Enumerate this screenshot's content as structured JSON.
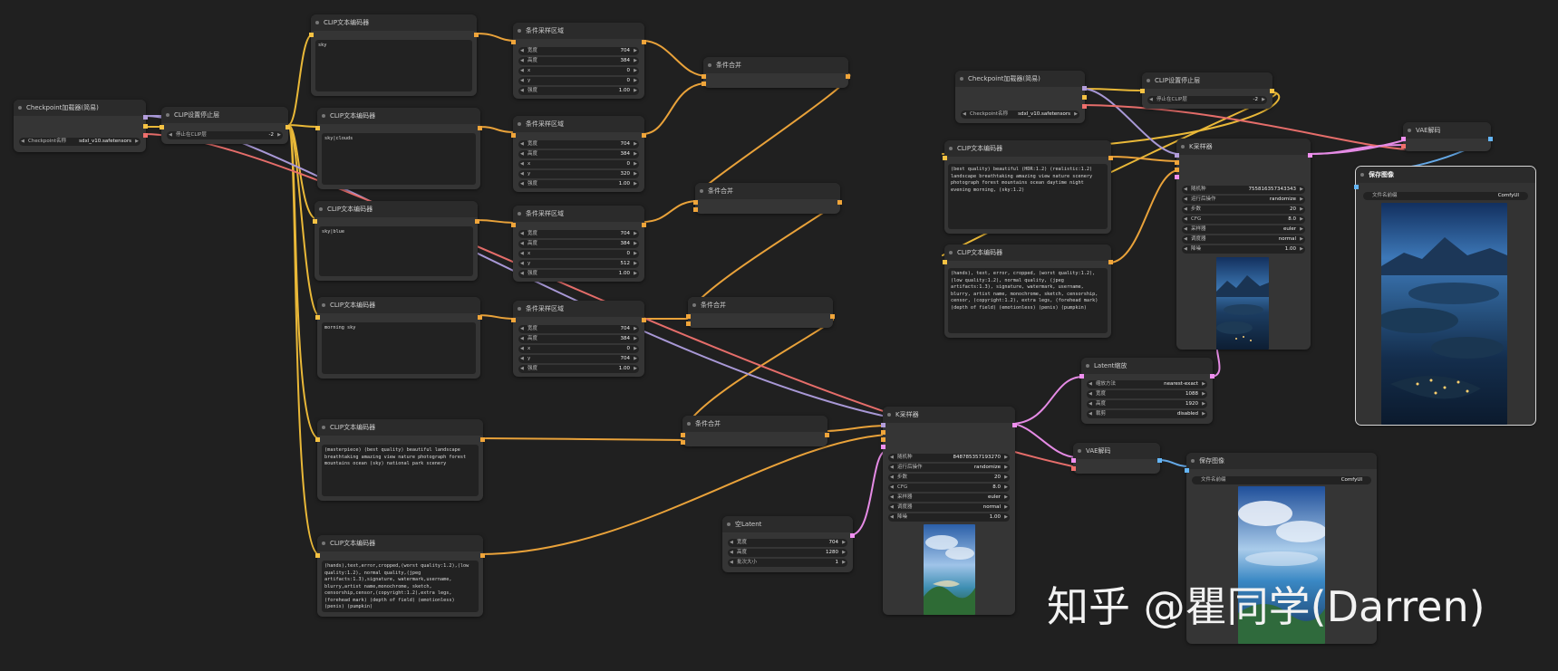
{
  "nodes": {
    "ckpt1": {
      "title": "Checkpoint加载器(简易)",
      "label": "Checkpoint名称",
      "value": "sdxl_v10.safetensors"
    },
    "clipskip1": {
      "title": "CLIP设置停止层",
      "label": "停止在CLIP层",
      "value": "-2"
    },
    "clip_sky": {
      "title": "CLIP文本编码器",
      "text": "sky"
    },
    "clip_clouds": {
      "title": "CLIP文本编码器",
      "text": "sky|clouds"
    },
    "clip_blue": {
      "title": "CLIP文本编码器",
      "text": "sky|blue"
    },
    "clip_morning": {
      "title": "CLIP文本编码器",
      "text": "morning sky"
    },
    "clip_main": {
      "title": "CLIP文本编码器",
      "text": "(masterpiece) (best quality) beautiful landscape breathtaking amazing view nature photograph forest mountains ocean (sky) national park scenery"
    },
    "clip_neg": {
      "title": "CLIP文本编码器",
      "text": "(hands),text,error,cropped,(worst quality:1.2),(low quality:1.2), normal quality,(jpeg artifacts:1.3),signature, watermark,username, blurry,artist name,monochrome, sketch, censorship,censor,(copyright:1.2),extra legs, (forehead mark) (depth of field) (emotionless) (penis) (pumpkin)"
    },
    "area1": {
      "title": "条件采样区域",
      "rows": [
        {
          "l": "宽度",
          "v": "704"
        },
        {
          "l": "高度",
          "v": "384"
        },
        {
          "l": "x",
          "v": "0"
        },
        {
          "l": "y",
          "v": "0"
        },
        {
          "l": "强度",
          "v": "1.00"
        }
      ]
    },
    "area2": {
      "title": "条件采样区域",
      "rows": [
        {
          "l": "宽度",
          "v": "704"
        },
        {
          "l": "高度",
          "v": "384"
        },
        {
          "l": "x",
          "v": "0"
        },
        {
          "l": "y",
          "v": "320"
        },
        {
          "l": "强度",
          "v": "1.00"
        }
      ]
    },
    "area3": {
      "title": "条件采样区域",
      "rows": [
        {
          "l": "宽度",
          "v": "704"
        },
        {
          "l": "高度",
          "v": "384"
        },
        {
          "l": "x",
          "v": "0"
        },
        {
          "l": "y",
          "v": "512"
        },
        {
          "l": "强度",
          "v": "1.00"
        }
      ]
    },
    "area4": {
      "title": "条件采样区域",
      "rows": [
        {
          "l": "宽度",
          "v": "704"
        },
        {
          "l": "高度",
          "v": "384"
        },
        {
          "l": "x",
          "v": "0"
        },
        {
          "l": "y",
          "v": "704"
        },
        {
          "l": "强度",
          "v": "1.00"
        }
      ]
    },
    "combine1": {
      "title": "条件合并"
    },
    "combine2": {
      "title": "条件合并"
    },
    "combine3": {
      "title": "条件合并"
    },
    "combine4": {
      "title": "条件合并"
    },
    "latent1": {
      "title": "空Latent",
      "rows": [
        {
          "l": "宽度",
          "v": "704"
        },
        {
          "l": "高度",
          "v": "1280"
        },
        {
          "l": "批次大小",
          "v": "1"
        }
      ]
    },
    "ksampler1": {
      "title": "K采样器",
      "rows": [
        {
          "l": "随机种",
          "v": "848785357193270"
        },
        {
          "l": "运行后操作",
          "v": "randomize"
        },
        {
          "l": "步数",
          "v": "20"
        },
        {
          "l": "CFG",
          "v": "8.0"
        },
        {
          "l": "采样器",
          "v": "euler"
        },
        {
          "l": "调度器",
          "v": "normal"
        },
        {
          "l": "降噪",
          "v": "1.00"
        }
      ]
    },
    "vae1": {
      "title": "VAE解码"
    },
    "save1": {
      "title": "保存图像",
      "label": "文件名前缀",
      "value": "ComfyUI"
    },
    "latent_up": {
      "title": "Latent缩放",
      "rows": [
        {
          "l": "缩放方法",
          "v": "nearest-exact"
        },
        {
          "l": "宽度",
          "v": "1088"
        },
        {
          "l": "高度",
          "v": "1920"
        },
        {
          "l": "裁剪",
          "v": "disabled"
        }
      ]
    },
    "ckpt2": {
      "title": "Checkpoint加载器(简易)",
      "label": "Checkpoint名称",
      "value": "sdxl_v10.safetensors"
    },
    "clipskip2": {
      "title": "CLIP设置停止层",
      "label": "停止在CLIP层",
      "value": "-2"
    },
    "clip_pos2": {
      "title": "CLIP文本编码器",
      "text": "(best quality) beautiful (HDR:1.2) (realistic:1.2) landscape breathtaking amazing view nature scenery photograph forest mountains ocean daytime night evening morning, (sky:1.2)"
    },
    "clip_neg2": {
      "title": "CLIP文本编码器",
      "text": "(hands), text, error, cropped, (worst quality:1.2), (low quality:1.2), normal quality, (jpeg artifacts:1.3), signature, watermark, username, blurry, artist name, monochrome, sketch, censorship, censor, (copyright:1.2), extra legs, (forehead mark) (depth of field) (emotionless) (penis) (pumpkin)"
    },
    "ksampler2": {
      "title": "K采样器",
      "rows": [
        {
          "l": "随机种",
          "v": "755816357343343"
        },
        {
          "l": "运行后操作",
          "v": "randomize"
        },
        {
          "l": "步数",
          "v": "20"
        },
        {
          "l": "CFG",
          "v": "8.0"
        },
        {
          "l": "采样器",
          "v": "euler"
        },
        {
          "l": "调度器",
          "v": "normal"
        },
        {
          "l": "降噪",
          "v": "1.00"
        }
      ]
    },
    "vae2": {
      "title": "VAE解码"
    },
    "save2": {
      "title": "保存图像",
      "label": "文件名前缀",
      "value": "ComfyUI"
    }
  },
  "watermark": "知乎 @瞿同学(Darren)",
  "colors": {
    "clip": "#f5c243",
    "cond": "#f0a53a",
    "model": "#b39ddb",
    "vae": "#ef6f6c",
    "latent": "#f08ff0",
    "image": "#64b5f6"
  }
}
